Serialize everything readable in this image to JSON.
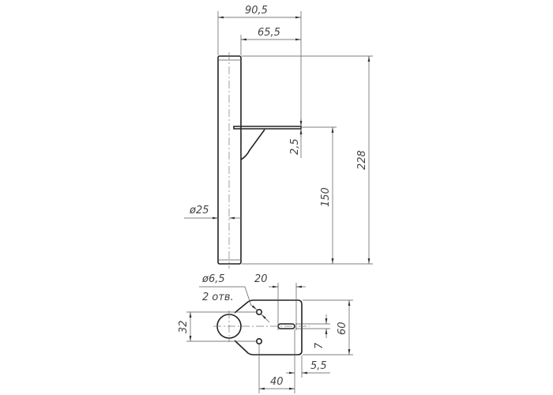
{
  "drawing": {
    "side_view": {
      "overall_width": "90,5",
      "shelf_width": "65,5",
      "plate_thickness": "2,5",
      "shelf_height": "150",
      "total_height": "228",
      "pipe_diameter": "ø25"
    },
    "plan_view": {
      "hole_diameter": "ø6,5",
      "hole_count": "2 отв.",
      "slot_offset": "20",
      "hole_spacing": "32",
      "plate_height": "60",
      "slot_width": "7",
      "edge_offset": "5,5",
      "hole_to_slot": "40"
    }
  }
}
